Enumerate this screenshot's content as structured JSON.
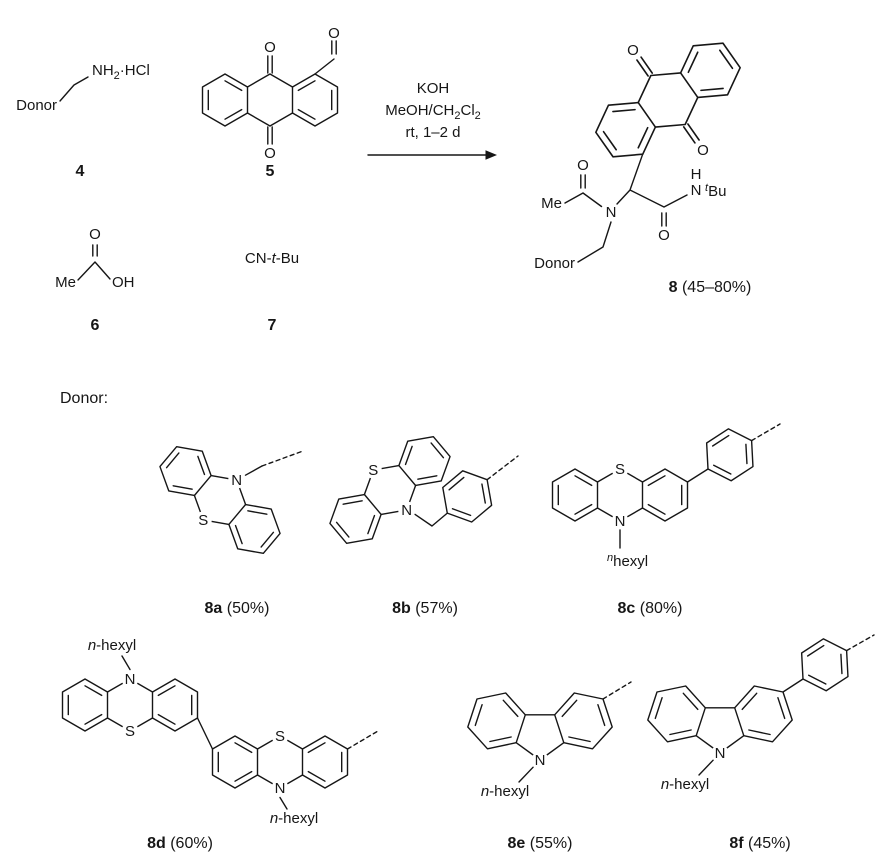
{
  "scheme": {
    "compound4": {
      "donor": "Donor",
      "nh": "NH",
      "sub": "2",
      "hcl": "·HCl",
      "num": "4"
    },
    "compound5": {
      "o_top": "O",
      "o_bottom": "O",
      "cho_o": "O",
      "num": "5"
    },
    "compound6": {
      "o": "O",
      "me": "Me",
      "oh": "OH",
      "num": "6"
    },
    "compound7": {
      "p1": "CN-",
      "p2": "t",
      "p3": "-Bu",
      "num": "7"
    },
    "arrow": {
      "l1": "KOH",
      "l2a": "MeOH/CH",
      "l2b": "2",
      "l2c": "Cl",
      "l2d": "2",
      "l3": "rt, 1–2 d"
    },
    "product8": {
      "o_top": "O",
      "o_bottom": "O",
      "n1": "N",
      "ac_o": "O",
      "me": "Me",
      "donor": "Donor",
      "am_o": "O",
      "am_h": "H",
      "am_n": "N",
      "tb_sup": "t",
      "tb": "Bu",
      "num": "8",
      "yield": " (45–80%)"
    }
  },
  "donors": {
    "title": "Donor:",
    "n": "N",
    "s": "S",
    "hex_it": "n",
    "hex_rest": "-hexyl",
    "hex_sup": "n",
    "hex_word": "hexyl",
    "d8a": {
      "num": "8a",
      "yield": " (50%)"
    },
    "d8b": {
      "num": "8b",
      "yield": " (57%)"
    },
    "d8c": {
      "num": "8c",
      "yield": " (80%)"
    },
    "d8d": {
      "num": "8d",
      "yield": " (60%)"
    },
    "d8e": {
      "num": "8e",
      "yield": " (55%)"
    },
    "d8f": {
      "num": "8f",
      "yield": " (45%)"
    }
  }
}
